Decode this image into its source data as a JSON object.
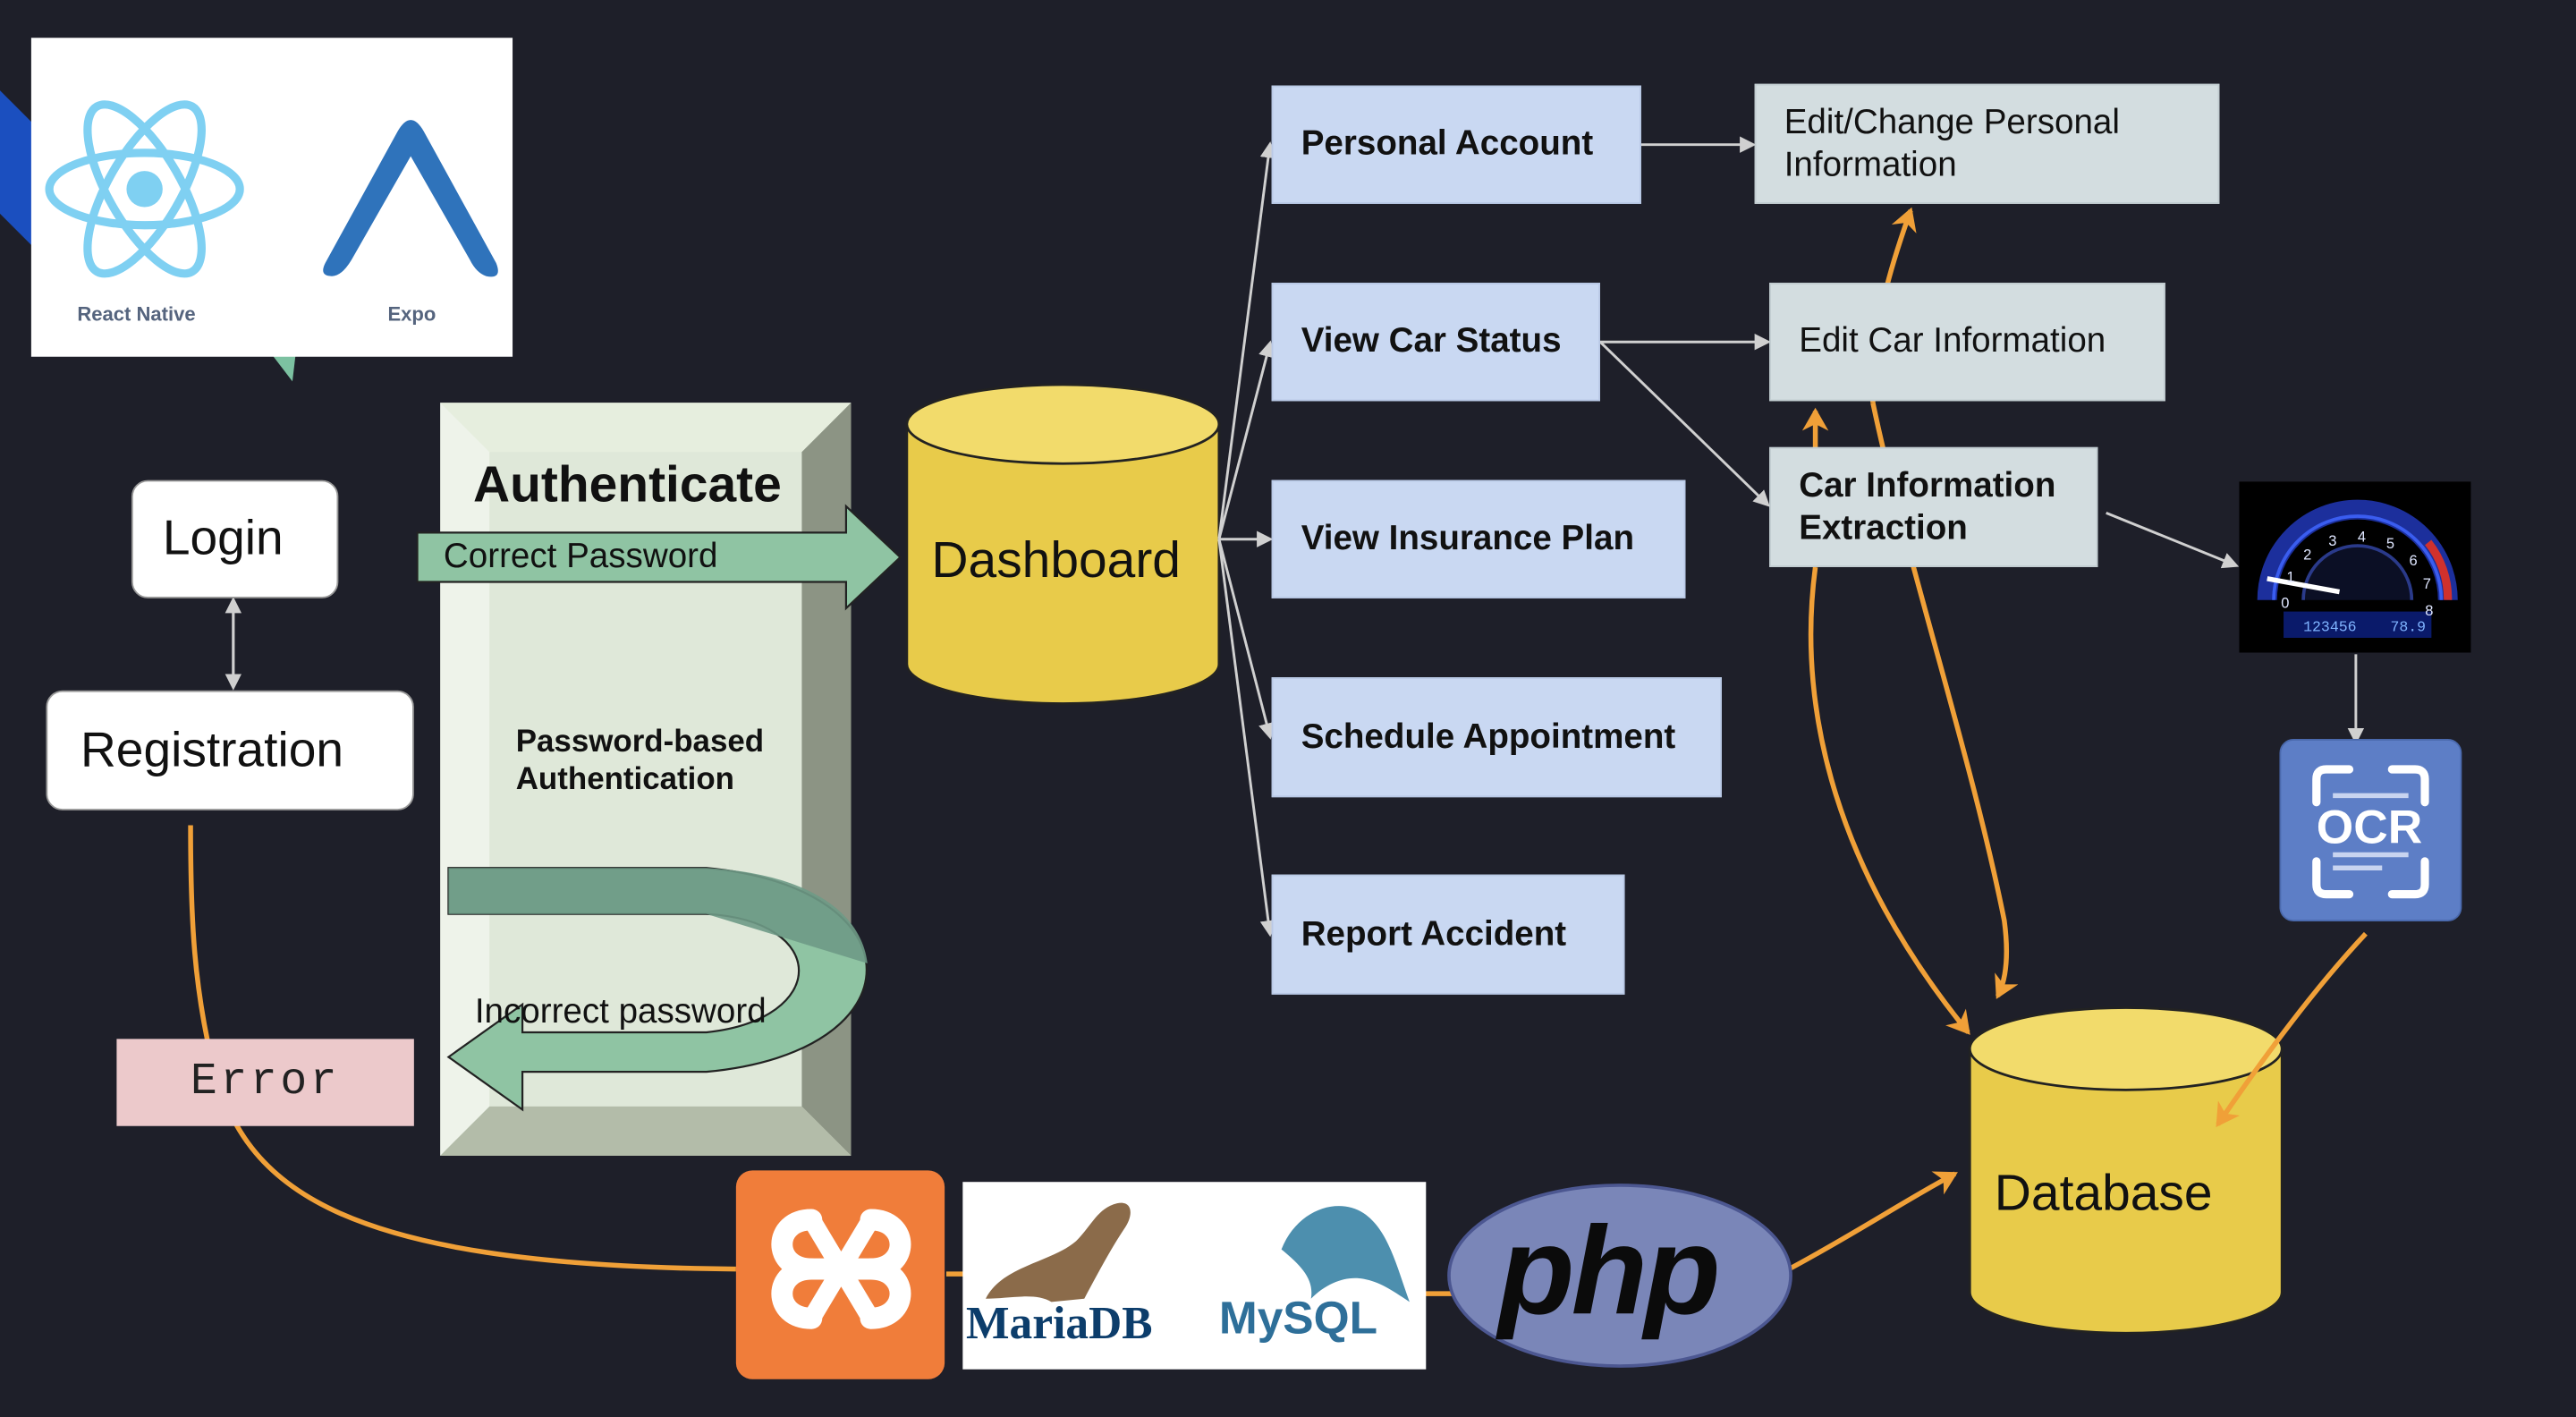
{
  "logos": {
    "react_native": "React Native",
    "expo": "Expo",
    "mariadb": "MariaDB",
    "mysql": "MySQL",
    "php": "php",
    "ocr": "OCR"
  },
  "nodes": {
    "login": "Login",
    "registration": "Registration",
    "error": "Error",
    "authenticate": "Authenticate",
    "correct_password": "Correct Password",
    "password_based_1": "Password-based",
    "password_based_2": "Authentication",
    "incorrect_password": "Incorrect password",
    "dashboard": "Dashboard",
    "database": "Database"
  },
  "menu": [
    "Personal Account",
    "View Car Status",
    "View Insurance Plan",
    "Schedule Appointment",
    "Report Accident"
  ],
  "details": {
    "edit_personal_1": "Edit/Change Personal",
    "edit_personal_2": "Information",
    "edit_car": "Edit Car Information",
    "car_extract_1": "Car Information",
    "car_extract_2": "Extraction"
  },
  "gauge": {
    "odometer": "123456",
    "trip": "78.9",
    "ticks": [
      "0",
      "1",
      "2",
      "3",
      "4",
      "5",
      "6",
      "7",
      "8"
    ]
  },
  "colors": {
    "background": "#1e1f29",
    "menu_box": "#c9d8f2",
    "detail_box": "#d3dde0",
    "cylinder": "#e8cb4a",
    "orange_line": "#f0a038",
    "green_arrow": "#8fc4a3",
    "error_box": "#ecc9cb",
    "xampp": "#f07d3a",
    "php": "#7a86b8",
    "ocr_tile": "#5d7ec6"
  }
}
